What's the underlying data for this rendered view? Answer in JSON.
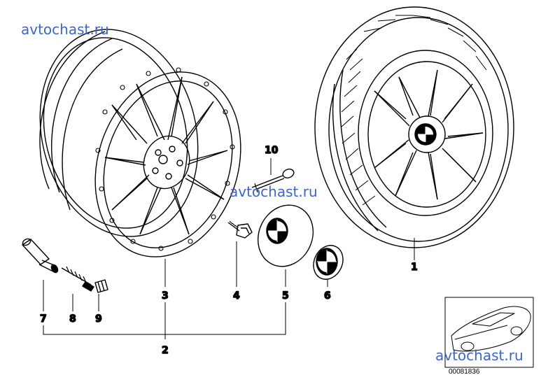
{
  "watermarks": [
    "avtochast.ru",
    "avtochast.ru",
    "avtochast.ru"
  ],
  "callouts": [
    "1",
    "2",
    "3",
    "4",
    "5",
    "6",
    "7",
    "8",
    "9",
    "10"
  ],
  "document_number": "00081836",
  "colors": {
    "watermark": "#3a67c8",
    "line": "#000000",
    "background": "#ffffff"
  }
}
